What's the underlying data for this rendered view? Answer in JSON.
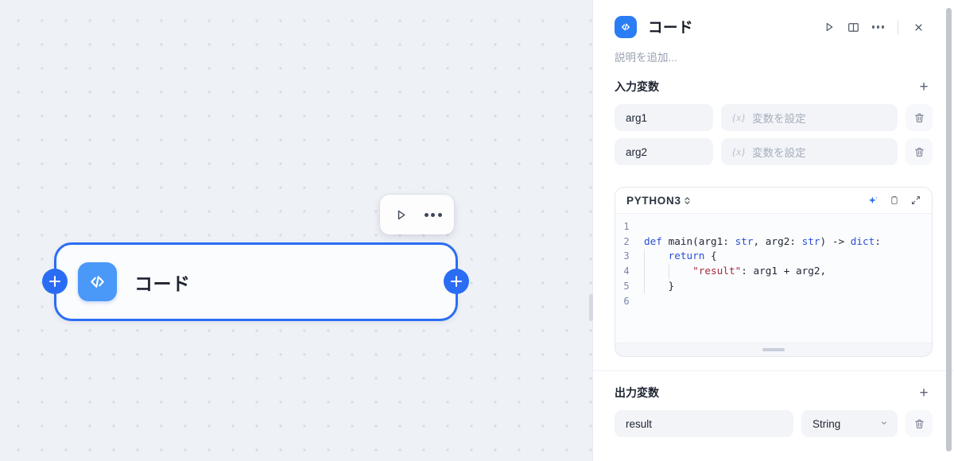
{
  "canvas": {
    "node": {
      "title": "コード",
      "icon": "code-brackets-icon",
      "toolbar": {
        "run_label": "run-icon",
        "more_label": "more-options-icon"
      },
      "port_in": "+",
      "port_out": "+"
    }
  },
  "panel": {
    "header": {
      "title": "コード",
      "badge_icon": "code-brackets-icon",
      "actions": {
        "run": "run-icon",
        "docs": "book-icon",
        "more": "more-options-icon",
        "close": "close-icon"
      }
    },
    "description": {
      "placeholder": "説明を追加..."
    },
    "input_section": {
      "title": "入力変数",
      "add_label": "+",
      "rows": [
        {
          "name": "arg1",
          "value_placeholder": "変数を設定",
          "var_icon": "{x}",
          "delete_icon": "trash-icon"
        },
        {
          "name": "arg2",
          "value_placeholder": "変数を設定",
          "var_icon": "{x}",
          "delete_icon": "trash-icon"
        }
      ]
    },
    "editor": {
      "language": "PYTHON3",
      "language_chevron": "updown-chevron-icon",
      "tools": {
        "generate": "sparkle-icon",
        "copy": "copy-icon",
        "expand": "expand-icon"
      },
      "line_numbers": [
        "1",
        "2",
        "3",
        "4",
        "5",
        "6"
      ],
      "lines": [
        {
          "n": "1",
          "indent": 0,
          "tokens": []
        },
        {
          "n": "2",
          "indent": 0,
          "tokens": [
            {
              "t": "def ",
              "c": "kw"
            },
            {
              "t": "main(arg1: ",
              "c": "pl"
            },
            {
              "t": "str",
              "c": "ty"
            },
            {
              "t": ", arg2: ",
              "c": "pl"
            },
            {
              "t": "str",
              "c": "ty"
            },
            {
              "t": ") -> ",
              "c": "pl"
            },
            {
              "t": "dict",
              "c": "ty"
            },
            {
              "t": ":",
              "c": "pl"
            }
          ]
        },
        {
          "n": "3",
          "indent": 1,
          "tokens": [
            {
              "t": "    ",
              "c": "pl"
            },
            {
              "t": "return",
              "c": "kw"
            },
            {
              "t": " {",
              "c": "pl"
            }
          ]
        },
        {
          "n": "4",
          "indent": 2,
          "tokens": [
            {
              "t": "        ",
              "c": "pl"
            },
            {
              "t": "\"result\"",
              "c": "str"
            },
            {
              "t": ": arg1 + arg2,",
              "c": "pl"
            }
          ]
        },
        {
          "n": "5",
          "indent": 1,
          "tokens": [
            {
              "t": "    }",
              "c": "pl"
            }
          ]
        },
        {
          "n": "6",
          "indent": 0,
          "tokens": []
        }
      ],
      "resize_handle": "resize-grip"
    },
    "output_section": {
      "title": "出力変数",
      "add_label": "+",
      "rows": [
        {
          "name": "result",
          "type": "String",
          "chevron": "chevron-down-icon",
          "delete_icon": "trash-icon"
        }
      ]
    },
    "drag_handle": "panel-resize-grip",
    "scrollbar": "panel-scrollbar"
  },
  "colors": {
    "accent": "#2a6df4",
    "node_icon": "#4a98f7",
    "canvas_bg": "#eef1f6",
    "keyword": "#2b50d8",
    "string": "#a6293a"
  }
}
